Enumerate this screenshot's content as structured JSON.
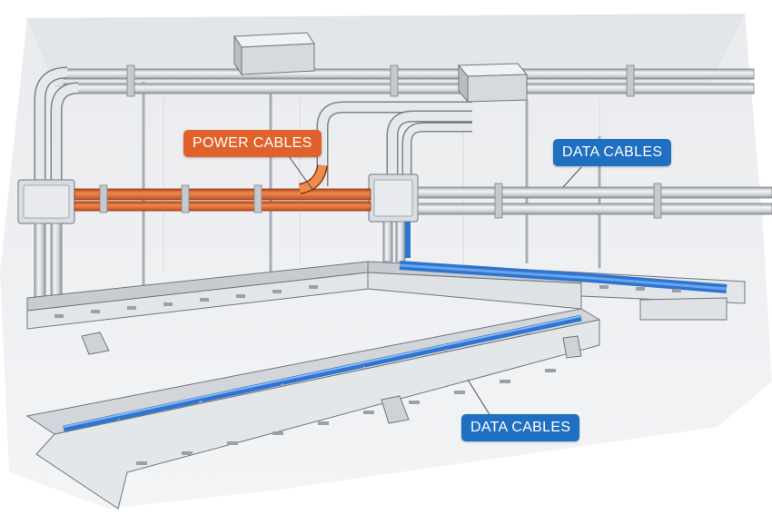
{
  "labels": {
    "power_cables": "POWER CABLES",
    "data_cables_upper": "DATA CABLES",
    "data_cables_lower": "DATA CABLES"
  },
  "colors": {
    "power_accent": "#e0622a",
    "data_accent": "#1f6fc2",
    "cable_blue": "#2f74d0",
    "conduit": "#d9dde2",
    "tray": "#e3e6e9",
    "wall": "#eef0f2"
  }
}
